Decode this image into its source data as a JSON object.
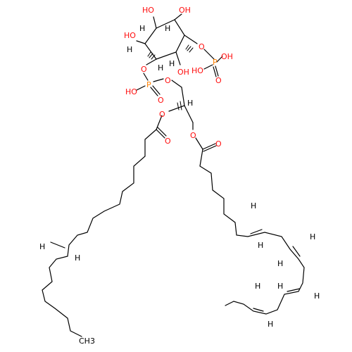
{
  "molecule": {
    "atom_labels": {
      "ho_top_left": "HO",
      "oh_top_right": "OH",
      "h_ring_top": "H",
      "ho_left": "HO",
      "h_ring_left_a": "H",
      "h_ring_left_b": "H",
      "o_ring_right": "O",
      "p_right": "P",
      "oh_right_p": "OH",
      "ho_right_p": "HO",
      "o_right_p": "O",
      "h_ring_c4": "H",
      "h_ring_c5": "H",
      "o_ring_left": "O",
      "oh_ring_bottom": "OH",
      "p_left": "P",
      "ho_left_p": "HO",
      "o_left_p_dbl": "O",
      "o_left_p_ester": "O",
      "h_glycerol": "H",
      "o_sn2": "O",
      "o_sn1": "O",
      "o_carbonyl_left": "O",
      "o_carbonyl_right": "O",
      "h_db1_a": "H",
      "h_db1_b": "H",
      "h_db2_a": "H",
      "h_db2_b": "H",
      "h_db3_a": "H",
      "h_db3_b": "H",
      "h_db4_a": "H",
      "h_db4_b": "H",
      "ch3_terminal": "CH3"
    }
  }
}
